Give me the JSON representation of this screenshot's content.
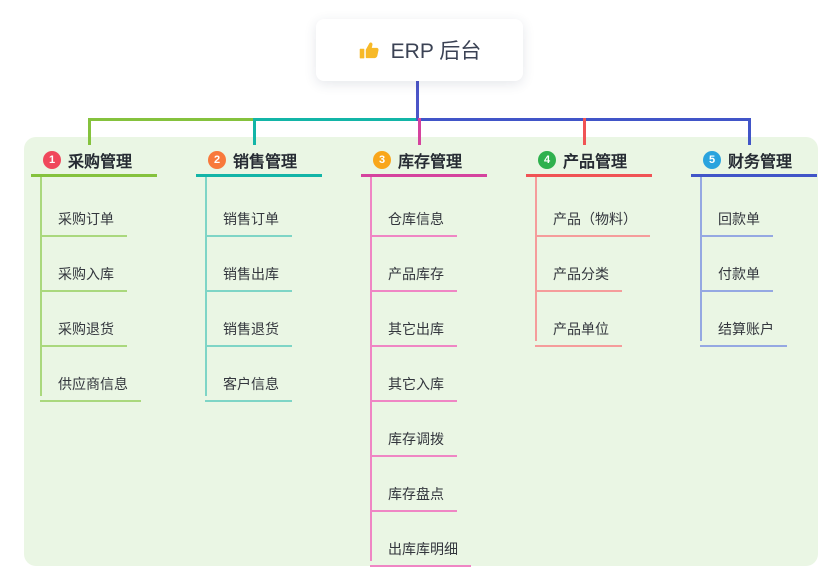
{
  "root": {
    "label": "ERP 后台",
    "icon": "thumbs-up-icon",
    "icon_color": "#f7b928",
    "connector_color": "#4b55c8"
  },
  "canvas": {
    "page_background": "#ffffff",
    "card_background": "#eaf6e4"
  },
  "branches": [
    {
      "badge": "1",
      "badge_color": "#f0485c",
      "line_color": "#85c23d",
      "child_line_color": "#aad87d",
      "label": "采购管理",
      "children": [
        "采购订单",
        "采购入库",
        "采购退货",
        "供应商信息"
      ]
    },
    {
      "badge": "2",
      "badge_color": "#f8793b",
      "line_color": "#13b5a7",
      "child_line_color": "#7ed5c6",
      "label": "销售管理",
      "children": [
        "销售订单",
        "销售出库",
        "销售退货",
        "客户信息"
      ]
    },
    {
      "badge": "3",
      "badge_color": "#f9a61a",
      "line_color": "#d5439e",
      "child_line_color": "#ef86c4",
      "label": "库存管理",
      "children": [
        "仓库信息",
        "产品库存",
        "其它出库",
        "其它入库",
        "库存调拨",
        "库存盘点",
        "出库库明细"
      ]
    },
    {
      "badge": "4",
      "badge_color": "#2fb14e",
      "line_color": "#f05355",
      "child_line_color": "#f59c9b",
      "label": "产品管理",
      "children": [
        "产品（物料）",
        "产品分类",
        "产品单位"
      ]
    },
    {
      "badge": "5",
      "badge_color": "#2aa3de",
      "line_color": "#4155c8",
      "child_line_color": "#95a8e2",
      "label": "财务管理",
      "children": [
        "回款单",
        "付款单",
        "结算账户"
      ]
    }
  ]
}
